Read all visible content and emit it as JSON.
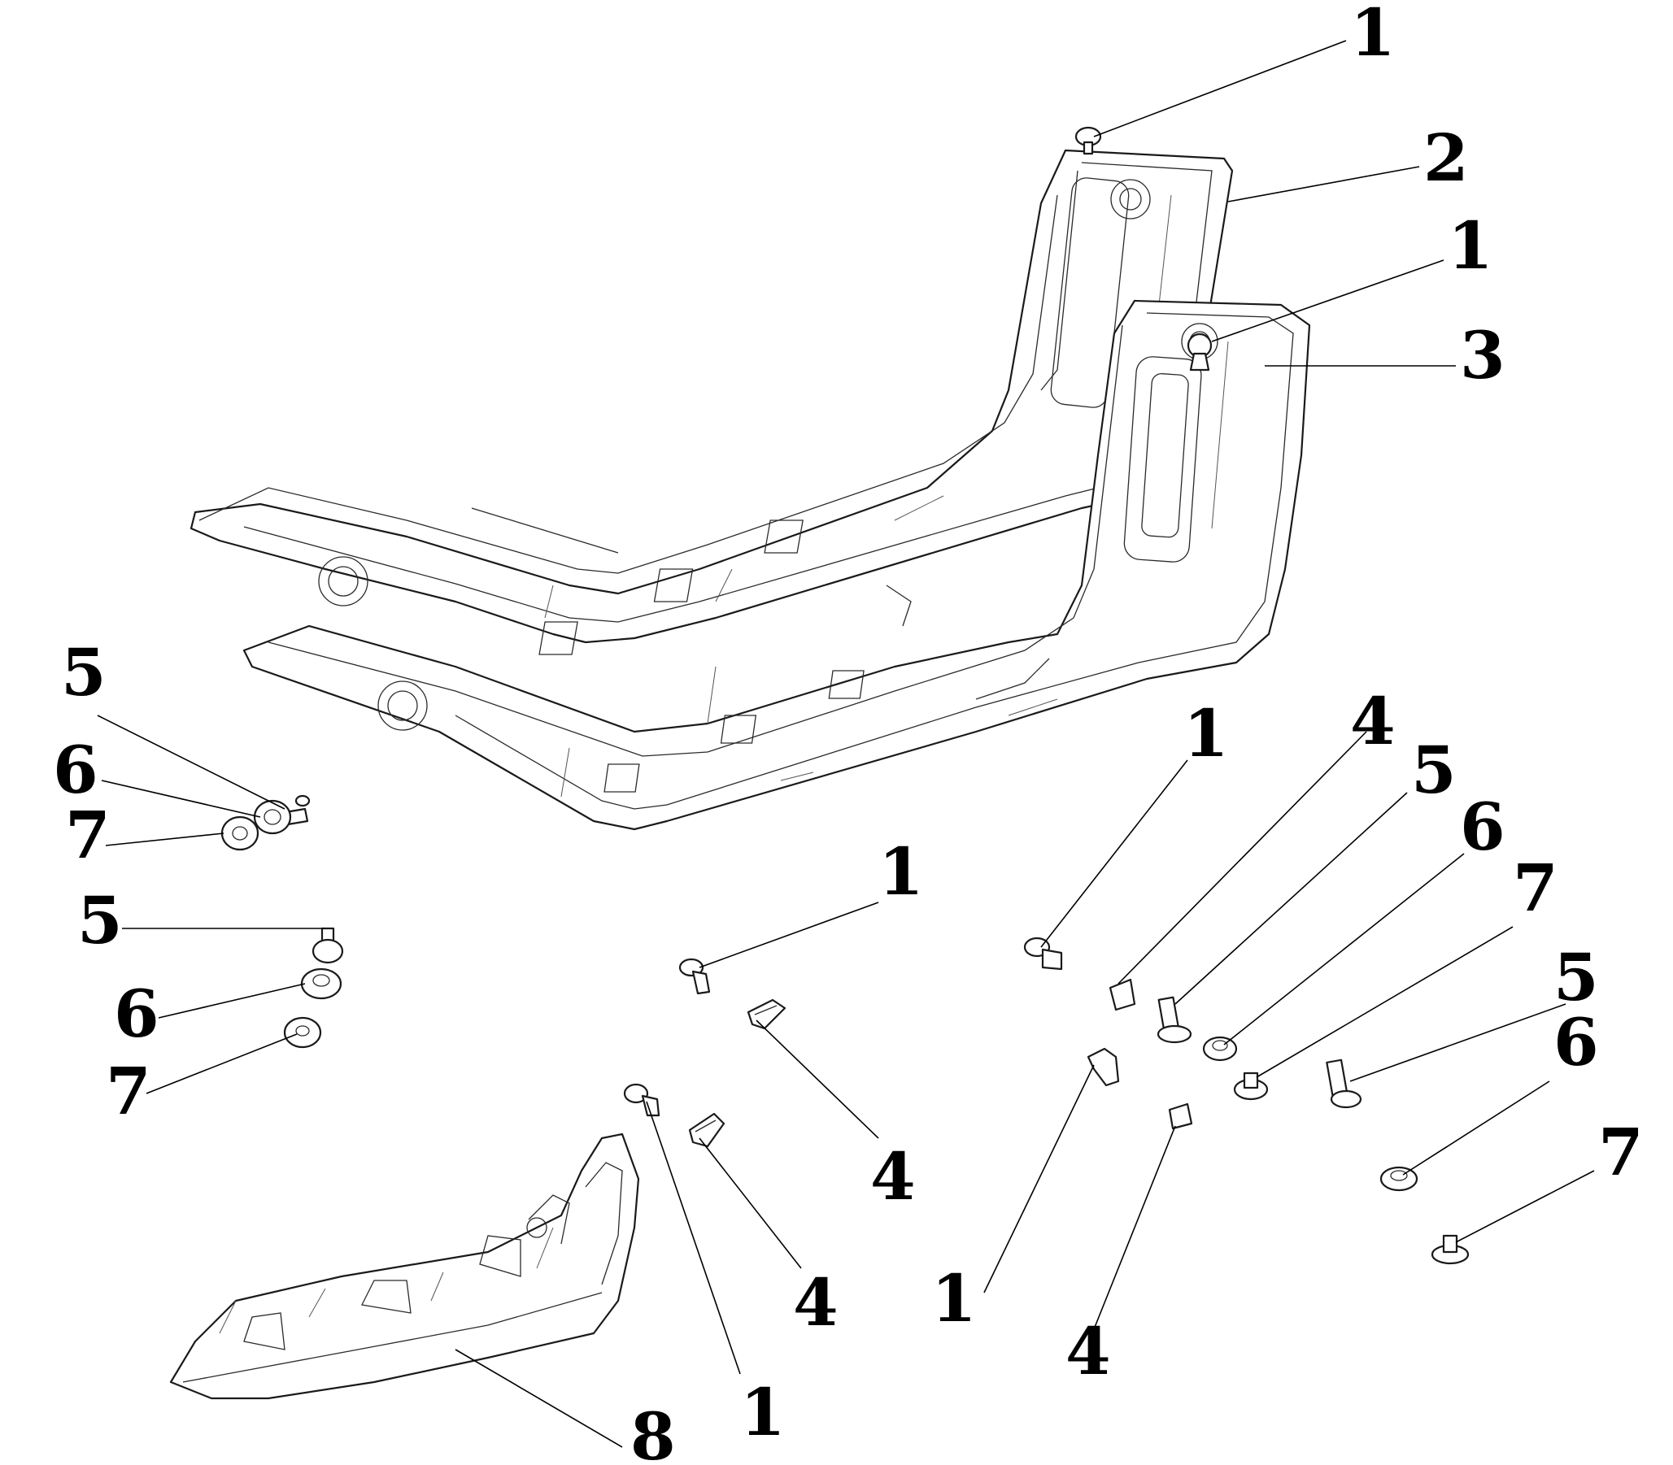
{
  "callouts": [
    {
      "id": "c1a",
      "text": "1"
    },
    {
      "id": "c2",
      "text": "2"
    },
    {
      "id": "c1b",
      "text": "1"
    },
    {
      "id": "c3",
      "text": "3"
    },
    {
      "id": "c5a",
      "text": "5"
    },
    {
      "id": "c6a",
      "text": "6"
    },
    {
      "id": "c7a",
      "text": "7"
    },
    {
      "id": "c5b",
      "text": "5"
    },
    {
      "id": "c6b",
      "text": "6"
    },
    {
      "id": "c7b",
      "text": "7"
    },
    {
      "id": "c1c",
      "text": "1"
    },
    {
      "id": "c4a",
      "text": "4"
    },
    {
      "id": "c4b",
      "text": "4"
    },
    {
      "id": "c1d",
      "text": "1"
    },
    {
      "id": "c8",
      "text": "8"
    },
    {
      "id": "c1e",
      "text": "1"
    },
    {
      "id": "c4c",
      "text": "4"
    },
    {
      "id": "c5c",
      "text": "5"
    },
    {
      "id": "c6c",
      "text": "6"
    },
    {
      "id": "c7c",
      "text": "7"
    },
    {
      "id": "c5d",
      "text": "5"
    },
    {
      "id": "c6d",
      "text": "6"
    },
    {
      "id": "c7d",
      "text": "7"
    },
    {
      "id": "c1f",
      "text": "1"
    },
    {
      "id": "c4d",
      "text": "4"
    }
  ]
}
